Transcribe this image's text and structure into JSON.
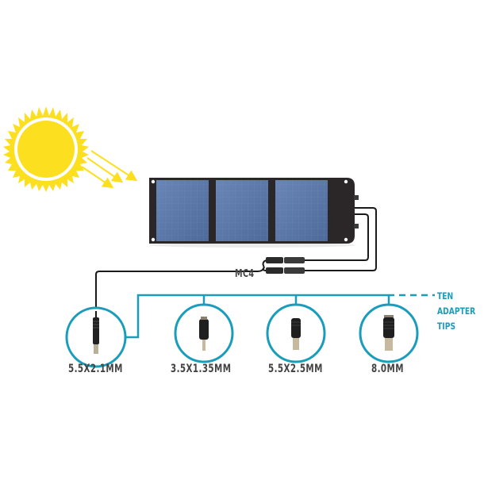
{
  "colors": {
    "sun": "#fcdf1e",
    "panel_frame": "#2b2729",
    "panel_cell": "#5a76a6",
    "cable": "#1a1a1a",
    "teal": "#1a9dbb",
    "label_gray": "#444444"
  },
  "connector": {
    "label": "MC4"
  },
  "tips": {
    "annotation_lines": [
      "TEN",
      "ADAPTER",
      "TIPS"
    ],
    "items": [
      {
        "label": "5.5X2.1MM"
      },
      {
        "label": "3.5X1.35MM"
      },
      {
        "label": "5.5X2.5MM"
      },
      {
        "label": "8.0MM"
      }
    ]
  }
}
